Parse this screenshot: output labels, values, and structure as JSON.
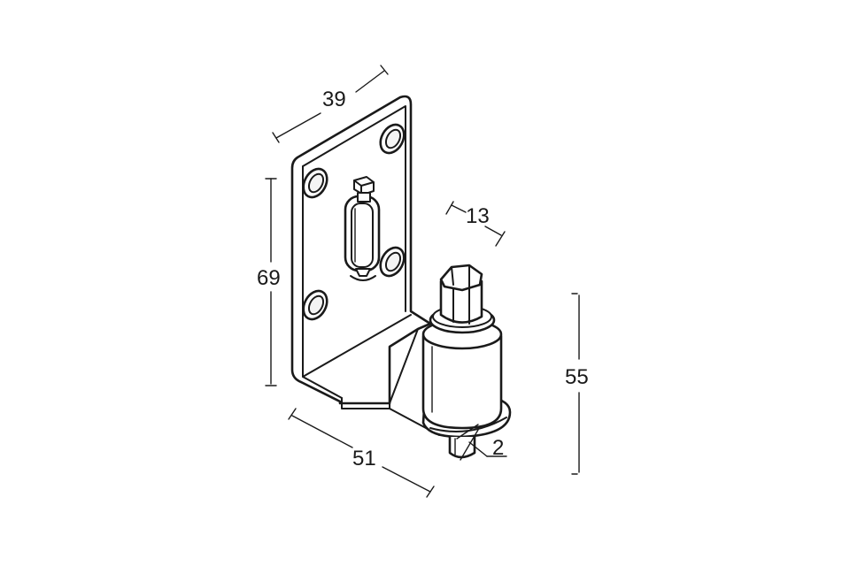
{
  "dimensions": {
    "top_width": "39",
    "height_left": "69",
    "pin_width": "13",
    "height_right": "55",
    "base_depth": "51",
    "flange_thickness": "2"
  },
  "colors": {
    "line": "#1a1a1a",
    "background": "#ffffff"
  }
}
